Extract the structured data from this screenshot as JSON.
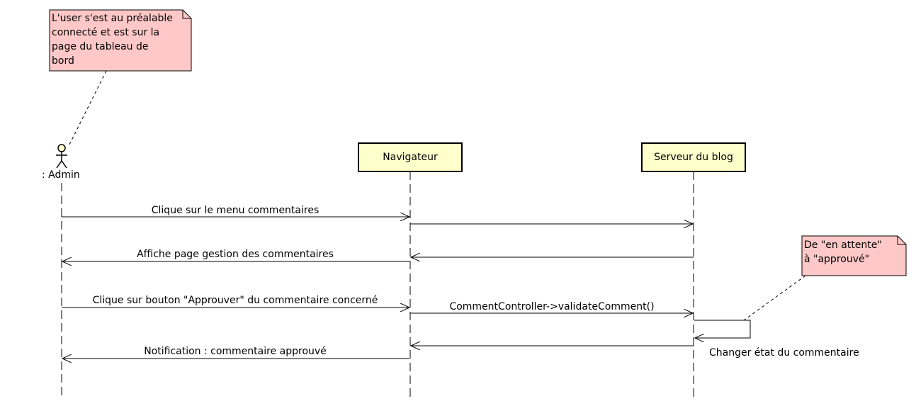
{
  "notes": {
    "precondition": [
      "L'user s'est au préalable",
      "connecté et est sur la",
      "page du tableau de",
      "bord"
    ],
    "state_change": [
      "De \"en attente\"",
      "à \"approuvé\""
    ]
  },
  "participants": {
    "actor": ": Admin",
    "browser": "Navigateur",
    "server": "Serveur du blog"
  },
  "messages": {
    "m1": "Clique sur le menu commentaires",
    "m2": "",
    "m3": "Affiche page gestion des commentaires",
    "m4": "Clique sur bouton \"Approuver\" du commentaire concerné",
    "m5": "CommentController->validateComment()",
    "m6": "Changer état du commentaire",
    "m7": "Notification : commentaire approuvé"
  },
  "colors": {
    "note_fill": "#FFC8C8",
    "participant_fill": "#FFFFCC",
    "actor_fill": "#FFFFCC",
    "line": "#000000"
  }
}
